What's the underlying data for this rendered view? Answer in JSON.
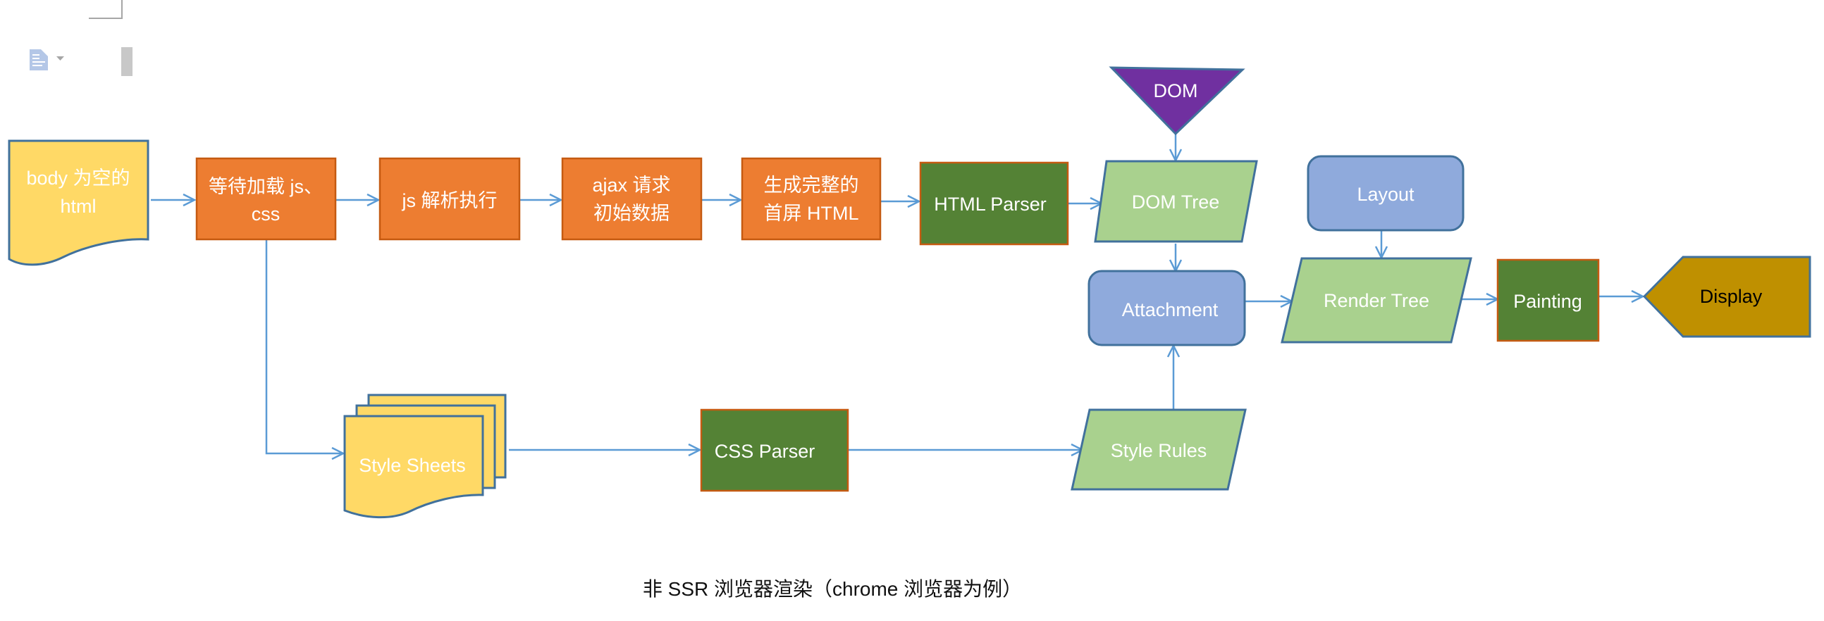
{
  "toolbar": {
    "doc_icon": "document-icon",
    "dropdown_icon": "dropdown-triangle-icon"
  },
  "diagram": {
    "caption": "非 SSR 浏览器渲染（chrome 浏览器为例）",
    "colors": {
      "doc_yellow": "#ffd966",
      "process_orange": "#ed7d31",
      "parser_green": "#548235",
      "tree_light_green": "#a9d18e",
      "step_blue": "#8faadc",
      "dom_purple": "#7030a0",
      "display_gold": "#bf9000",
      "connector": "#5b9bd5",
      "outline_blue": "#41719c",
      "outline_orange": "#c55a11"
    },
    "nodes": {
      "body_html": {
        "lines": [
          "body 为空的",
          "html"
        ]
      },
      "wait_load": {
        "lines": [
          "等待加载 js、",
          "css"
        ]
      },
      "js_exec": {
        "lines": [
          "js 解析执行"
        ]
      },
      "ajax": {
        "lines": [
          "ajax 请求",
          "初始数据"
        ]
      },
      "gen_html": {
        "lines": [
          "生成完整的",
          "首屏 HTML"
        ]
      },
      "html_parser": {
        "lines": [
          "HTML Parser"
        ]
      },
      "dom": {
        "lines": [
          "DOM"
        ]
      },
      "dom_tree": {
        "lines": [
          "DOM Tree"
        ]
      },
      "attachment": {
        "lines": [
          "Attachment"
        ]
      },
      "layout": {
        "lines": [
          "Layout"
        ]
      },
      "render_tree": {
        "lines": [
          "Render Tree"
        ]
      },
      "painting": {
        "lines": [
          "Painting"
        ]
      },
      "display": {
        "lines": [
          "Display"
        ]
      },
      "style_sheets": {
        "lines": [
          "Style Sheets"
        ]
      },
      "css_parser": {
        "lines": [
          "CSS Parser"
        ]
      },
      "style_rules": {
        "lines": [
          "Style Rules"
        ]
      }
    },
    "edges": [
      [
        "body_html",
        "wait_load"
      ],
      [
        "wait_load",
        "js_exec"
      ],
      [
        "js_exec",
        "ajax"
      ],
      [
        "ajax",
        "gen_html"
      ],
      [
        "gen_html",
        "html_parser"
      ],
      [
        "html_parser",
        "dom_tree"
      ],
      [
        "dom",
        "dom_tree"
      ],
      [
        "dom_tree",
        "attachment"
      ],
      [
        "wait_load",
        "style_sheets"
      ],
      [
        "style_sheets",
        "css_parser"
      ],
      [
        "css_parser",
        "style_rules"
      ],
      [
        "style_rules",
        "attachment"
      ],
      [
        "attachment",
        "render_tree"
      ],
      [
        "layout",
        "render_tree"
      ],
      [
        "render_tree",
        "painting"
      ],
      [
        "painting",
        "display"
      ]
    ]
  }
}
